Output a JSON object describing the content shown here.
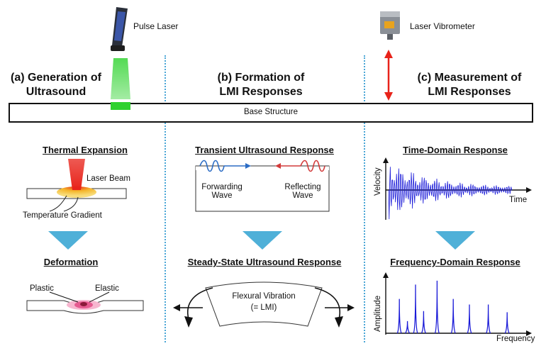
{
  "colors": {
    "laser_green": "#35d435",
    "laser_red": "#e8231a",
    "divider_blue": "#4aa6d6",
    "arrow_blue": "#4fb0d8",
    "signal_blue": "#1a1ad8",
    "wave_blue": "#2b6cc4",
    "wave_red": "#d23a3a",
    "heat_yellow": "#f4b52a",
    "deform_pink": "#e65a90"
  },
  "icons": [
    "pulse-laser-device-icon",
    "laser-vibrometer-device-icon"
  ],
  "devices": {
    "pulse_laser": "Pulse Laser",
    "vibrometer": "Laser Vibrometer"
  },
  "columns": {
    "a": {
      "title_line1": "(a) Generation of",
      "title_line2": "Ultrasound"
    },
    "b": {
      "title_line1": "(b) Formation of",
      "title_line2": "LMI Responses"
    },
    "c": {
      "title_line1": "(c) Measurement of",
      "title_line2": "LMI Responses"
    }
  },
  "base_structure": "Base Structure",
  "panel_a": {
    "top_title": "Thermal Expansion",
    "laser_beam": "Laser Beam",
    "temperature_gradient": "Temperature Gradient",
    "bottom_title": "Deformation",
    "plastic": "Plastic",
    "elastic": "Elastic"
  },
  "panel_b": {
    "top_title": "Transient Ultrasound Response",
    "forwarding_line1": "Forwarding",
    "forwarding_line2": "Wave",
    "reflecting_line1": "Reflecting",
    "reflecting_line2": "Wave",
    "bottom_title": "Steady-State Ultrasound Response",
    "flexural_line1": "Flexural Vibration",
    "flexural_line2": "(= LMI)"
  },
  "panel_c": {
    "top_title": "Time-Domain Response",
    "velocity": "Velocity",
    "time": "Time",
    "bottom_title": "Frequency-Domain Response",
    "amplitude": "Amplitude",
    "frequency": "Frequency"
  },
  "spectrum_peaks": [
    {
      "f": 0.08,
      "a": 0.62
    },
    {
      "f": 0.14,
      "a": 0.22
    },
    {
      "f": 0.2,
      "a": 0.88
    },
    {
      "f": 0.26,
      "a": 0.4
    },
    {
      "f": 0.36,
      "a": 0.95
    },
    {
      "f": 0.48,
      "a": 0.62
    },
    {
      "f": 0.6,
      "a": 0.52
    },
    {
      "f": 0.74,
      "a": 0.52
    },
    {
      "f": 0.88,
      "a": 0.38
    }
  ]
}
